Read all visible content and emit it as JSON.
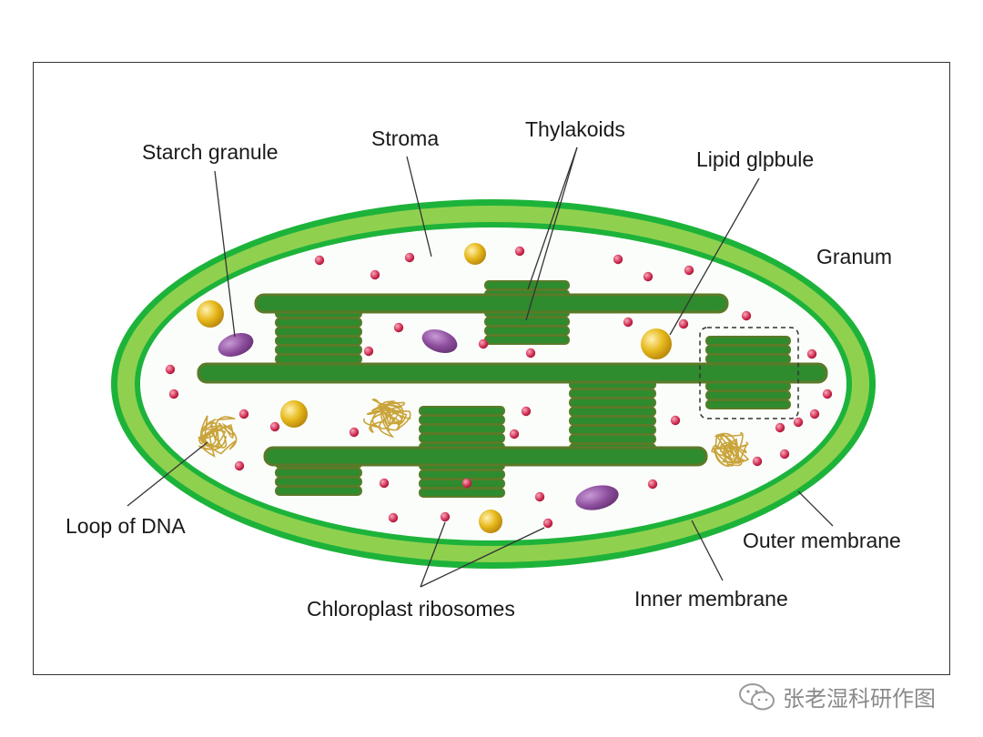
{
  "labels": {
    "starch_granule": "Starch granule",
    "stroma": "Stroma",
    "thylakoids": "Thylakoids",
    "lipid_globule": "Lipid glpbule",
    "granum": "Granum",
    "loop_of_dna": "Loop of DNA",
    "outer_membrane": "Outer membrane",
    "inner_membrane": "Inner membrane",
    "chloroplast_ribosomes": "Chloroplast ribosomes"
  },
  "watermark": {
    "icon": "wechat-icon",
    "text": "张老湿科研作图"
  },
  "colors": {
    "outer_membrane": "#1db33a",
    "inner_space": "#8fd14f",
    "stroma": "#fbfdfb",
    "thylakoid_fill": "#2e8b2e",
    "thylakoid_edge": "#5c7a28",
    "ribosome": "#c8264a",
    "lipid_globule": "#e0b21a",
    "starch_granule": "#8e4f9e",
    "dna": "#c9a43a"
  }
}
